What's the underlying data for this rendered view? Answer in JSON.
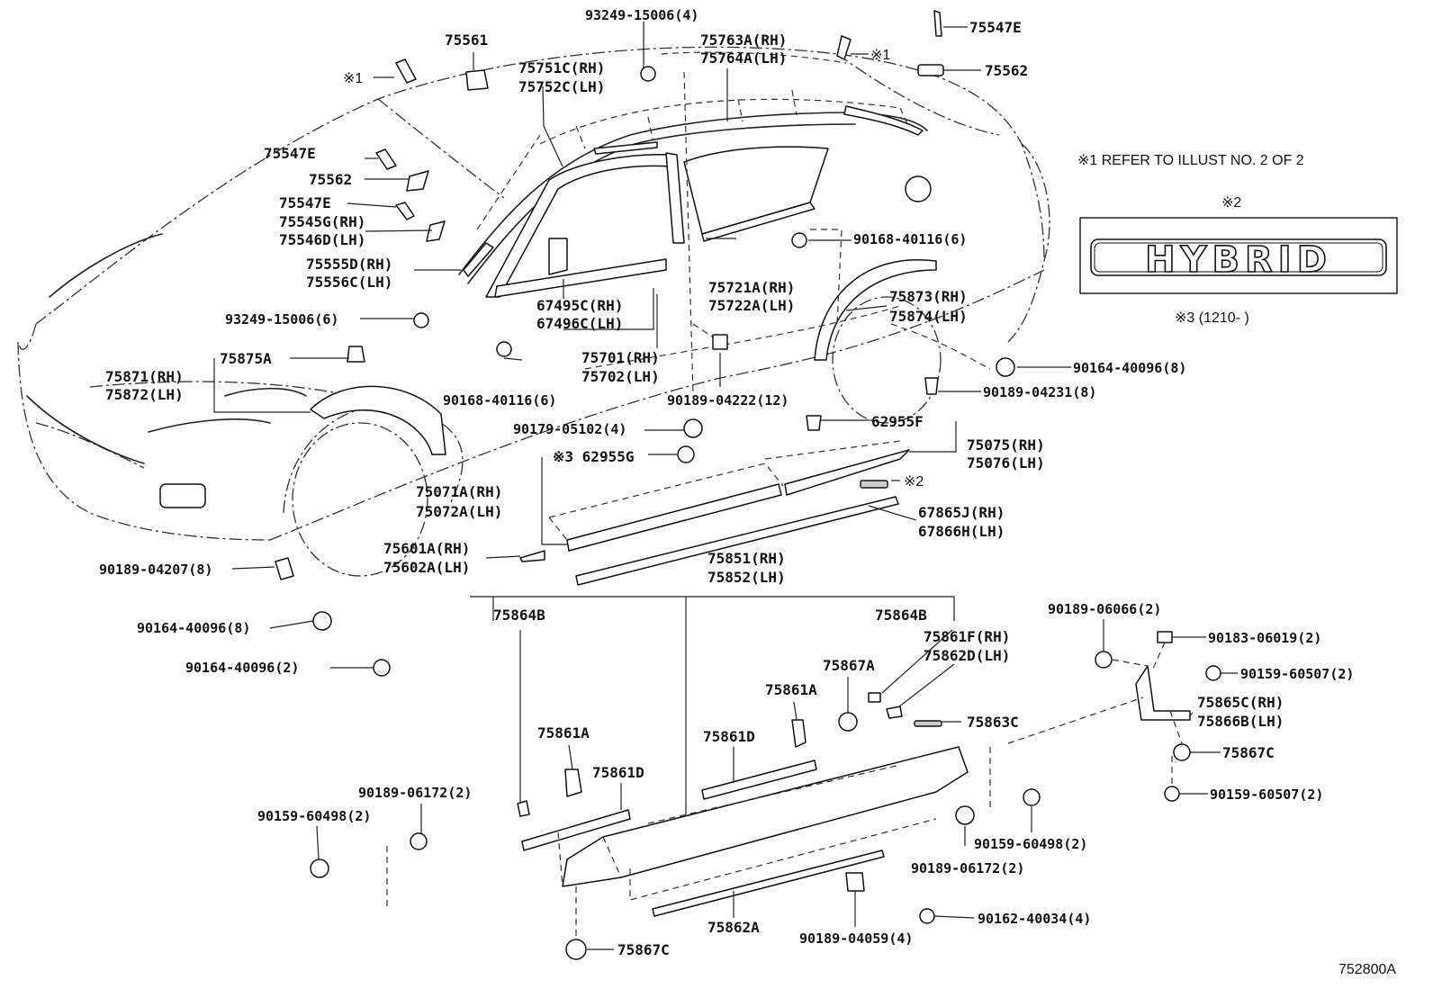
{
  "notes": {
    "refer": "※1 REFER TO ILLUST NO. 2 OF 2",
    "mark2": "※2",
    "badge": "HYBRID",
    "mark3": "※3 (1210-      )",
    "figure_id": "752800A"
  },
  "labels": [
    {
      "id": "l_75561",
      "text": "75561"
    },
    {
      "id": "l_93249_top",
      "text": "93249-15006(4)"
    },
    {
      "id": "l_75763",
      "text": "75763A(RH)"
    },
    {
      "id": "l_75764",
      "text": "75764A(LH)"
    },
    {
      "id": "l_75547e_top",
      "text": "75547E"
    },
    {
      "id": "l_mark1_left",
      "text": "※1"
    },
    {
      "id": "l_mark1_top",
      "text": "※1"
    },
    {
      "id": "l_75751c",
      "text": "75751C(RH)"
    },
    {
      "id": "l_75752c",
      "text": "75752C(LH)"
    },
    {
      "id": "l_75562_top",
      "text": "75562"
    },
    {
      "id": "l_75547e_a",
      "text": "75547E"
    },
    {
      "id": "l_75562_left",
      "text": "75562"
    },
    {
      "id": "l_75547e_b",
      "text": "75547E"
    },
    {
      "id": "l_75545g",
      "text": "75545G(RH)"
    },
    {
      "id": "l_75546d",
      "text": "75546D(LH)"
    },
    {
      "id": "l_75555d",
      "text": "75555D(RH)"
    },
    {
      "id": "l_75556c",
      "text": "75556C(LH)"
    },
    {
      "id": "l_93249_left",
      "text": "93249-15006(6)"
    },
    {
      "id": "l_67495c",
      "text": "67495C(RH)"
    },
    {
      "id": "l_67496c",
      "text": "67496C(LH)"
    },
    {
      "id": "l_75721a",
      "text": "75721A(RH)"
    },
    {
      "id": "l_75722a",
      "text": "75722A(LH)"
    },
    {
      "id": "l_90168_right",
      "text": "90168-40116(6)"
    },
    {
      "id": "l_75873",
      "text": "75873(RH)"
    },
    {
      "id": "l_75874",
      "text": "75874(LH)"
    },
    {
      "id": "l_75871",
      "text": "75871(RH)"
    },
    {
      "id": "l_75872",
      "text": "75872(LH)"
    },
    {
      "id": "l_75875a",
      "text": "75875A"
    },
    {
      "id": "l_75701",
      "text": "75701(RH)"
    },
    {
      "id": "l_75702",
      "text": "75702(LH)"
    },
    {
      "id": "l_90168_mid",
      "text": "90168-40116(6)"
    },
    {
      "id": "l_90189_04222",
      "text": "90189-04222(12)"
    },
    {
      "id": "l_90164_right",
      "text": "90164-40096(8)"
    },
    {
      "id": "l_90189_04231",
      "text": "90189-04231(8)"
    },
    {
      "id": "l_90179",
      "text": "90179-05102(4)"
    },
    {
      "id": "l_62955f",
      "text": "62955F"
    },
    {
      "id": "l_75075",
      "text": "75075(RH)"
    },
    {
      "id": "l_75076",
      "text": "75076(LH)"
    },
    {
      "id": "l_62955g",
      "text": "※3 62955G"
    },
    {
      "id": "l_mark2_side",
      "text": "※2"
    },
    {
      "id": "l_75071a",
      "text": "75071A(RH)"
    },
    {
      "id": "l_75072a",
      "text": "75072A(LH)"
    },
    {
      "id": "l_67865j",
      "text": "67865J(RH)"
    },
    {
      "id": "l_67866h",
      "text": "67866H(LH)"
    },
    {
      "id": "l_75601a",
      "text": "75601A(RH)"
    },
    {
      "id": "l_75602a",
      "text": "75602A(LH)"
    },
    {
      "id": "l_90189_04207",
      "text": "90189-04207(8)"
    },
    {
      "id": "l_75851",
      "text": "75851(RH)"
    },
    {
      "id": "l_75852",
      "text": "75852(LH)"
    },
    {
      "id": "l_75864b_left",
      "text": "75864B"
    },
    {
      "id": "l_75864b_right",
      "text": "75864B"
    },
    {
      "id": "l_90164_left",
      "text": "90164-40096(8)"
    },
    {
      "id": "l_90164_left2",
      "text": "90164-40096(2)"
    },
    {
      "id": "l_75861f",
      "text": "75861F(RH)"
    },
    {
      "id": "l_75862d",
      "text": "75862D(LH)"
    },
    {
      "id": "l_75867a",
      "text": "75867A"
    },
    {
      "id": "l_90189_06066",
      "text": "90189-06066(2)"
    },
    {
      "id": "l_90183",
      "text": "90183-06019(2)"
    },
    {
      "id": "l_90159_60507a",
      "text": "90159-60507(2)"
    },
    {
      "id": "l_75861a_right",
      "text": "75861A"
    },
    {
      "id": "l_75863c",
      "text": "75863C"
    },
    {
      "id": "l_75865c",
      "text": "75865C(RH)"
    },
    {
      "id": "l_75866b",
      "text": "75866B(LH)"
    },
    {
      "id": "l_75861a_left",
      "text": "75861A"
    },
    {
      "id": "l_75861d_mid",
      "text": "75861D"
    },
    {
      "id": "l_75867c_right",
      "text": "75867C"
    },
    {
      "id": "l_75861d_left",
      "text": "75861D"
    },
    {
      "id": "l_90189_06172_left",
      "text": "90189-06172(2)"
    },
    {
      "id": "l_90159_60498_left",
      "text": "90159-60498(2)"
    },
    {
      "id": "l_90159_60507b",
      "text": "90159-60507(2)"
    },
    {
      "id": "l_90159_60498_right",
      "text": "90159-60498(2)"
    },
    {
      "id": "l_90189_06172_right",
      "text": "90189-06172(2)"
    },
    {
      "id": "l_90162",
      "text": "90162-40034(4)"
    },
    {
      "id": "l_75862a",
      "text": "75862A"
    },
    {
      "id": "l_90189_04059",
      "text": "90189-04059(4)"
    },
    {
      "id": "l_75867c_bottom",
      "text": "75867C"
    }
  ]
}
